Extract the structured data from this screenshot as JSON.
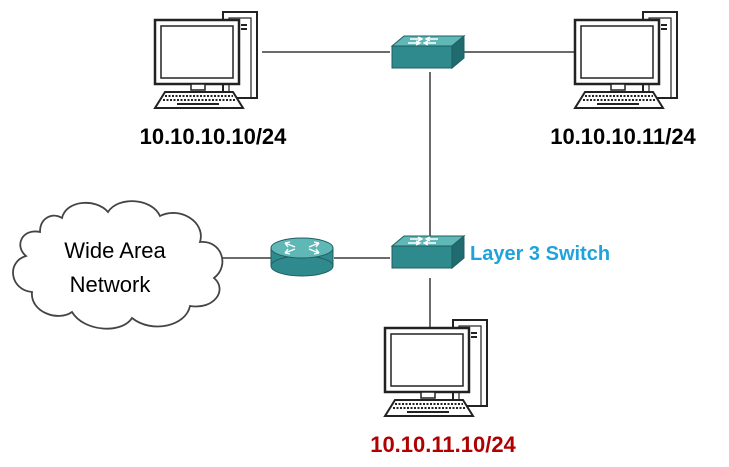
{
  "labels": {
    "pc1_ip": "10.10.10.10/24",
    "pc2_ip": "10.10.10.11/24",
    "pc3_ip": "10.10.11.10/24",
    "layer3_switch": "Layer 3 Switch",
    "wan_line1": "Wide Area",
    "wan_line2": "Network"
  },
  "colors": {
    "ip_default": "#000000",
    "ip_highlight": "#b00000",
    "layer3_label": "#1fa3dc",
    "device_teal": "#2f8a8e",
    "link": "#6b6b6b"
  },
  "icons": {
    "computer": "desktop-computer-icon",
    "switch": "network-switch-icon",
    "router": "router-icon",
    "cloud": "cloud-icon"
  }
}
